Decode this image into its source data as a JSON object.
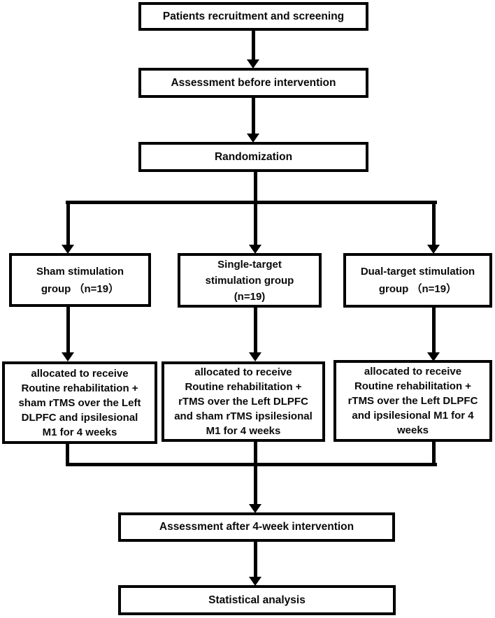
{
  "diagram": {
    "type": "flowchart",
    "colors": {
      "line": "#000000",
      "box_background": "#ffffff",
      "text": "#0a0a0a"
    },
    "boxes": {
      "recruitment": {
        "label": "Patients recruitment and screening"
      },
      "assess_before": {
        "label": "Assessment before intervention"
      },
      "randomization": {
        "label": "Randomization"
      },
      "group_sham": {
        "label": "Sham stimulation\ngroup （n=19）"
      },
      "group_single": {
        "label": "Single-target\nstimulation group\n(n=19)"
      },
      "group_dual": {
        "label": "Dual-target stimulation\ngroup （n=19）"
      },
      "alloc_sham": {
        "label": "allocated to receive\nRoutine rehabilitation +\nsham rTMS over the Left\nDLPFC and ipsilesional\nM1 for 4 weeks"
      },
      "alloc_single": {
        "label": "allocated to receive\nRoutine rehabilitation +\nrTMS over the Left DLPFC\nand sham rTMS ipsilesional\nM1 for 4 weeks"
      },
      "alloc_dual": {
        "label": "allocated to receive\nRoutine rehabilitation +\nrTMS over the Left DLPFC\nand ipsilesional M1 for 4\nweeks"
      },
      "assess_after": {
        "label": "Assessment after 4-week intervention"
      },
      "statistical": {
        "label": "Statistical analysis"
      }
    }
  }
}
